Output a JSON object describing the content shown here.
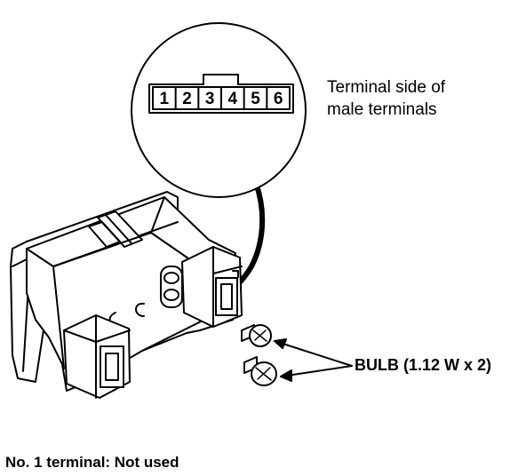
{
  "callout": {
    "pins": [
      "1",
      "2",
      "3",
      "4",
      "5",
      "6"
    ],
    "label_line1": "Terminal side of",
    "label_line2": "male terminals"
  },
  "bulb_label": "BULB (1.12 W x 2)",
  "footnote": "No. 1 terminal: Not used",
  "colors": {
    "ink": "#000000",
    "paper": "#ffffff"
  }
}
